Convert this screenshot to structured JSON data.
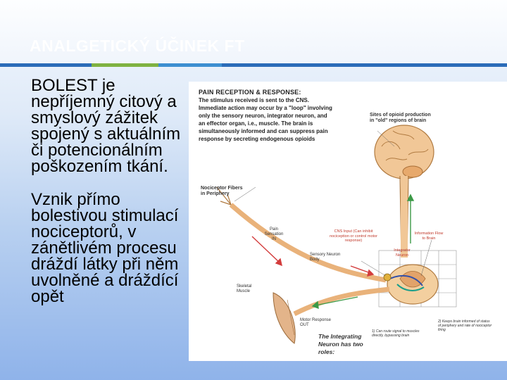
{
  "slide": {
    "title": "ANALGETICKÝ ÚČINEK FT",
    "paragraphs": [
      "BOLEST je nepříjemný citový a smyslový zážitek spojený s aktuálním či potencionálním poškozením tkání.",
      "Vznik přímo bolestivou stimulací nociceptorů, v zánětlivém procesu dráždí látky při něm uvolněné a dráždící opět"
    ],
    "colors": {
      "title_text": "#ffffff",
      "stripe_blue": "#2b6cb8",
      "stripe_green": "#7fb241",
      "stripe_light_blue": "#3d8fd1",
      "background_bottom": "#8fb3ea"
    }
  },
  "figure": {
    "heading": "PAIN RECEPTION & RESPONSE:",
    "intro": "The stimulus received is sent to the CNS. Immediate action may occur by a \"loop\" involving only the sensory neuron, integrator neuron, and an effector organ, i.e., muscle. The brain is simultaneously informed and can suppress pain response by secreting endogenous opioids",
    "labels": {
      "opioid_sites": "Sites of opioid production in \"old\" regions of brain",
      "nociceptor": "Nociceptor Fibers in Periphery",
      "pain_in": "Pain Sensation IN",
      "cns_input": "CNS Input (Can inhibit nociception or control motor response)",
      "info_flow": "Information Flow to Brain",
      "sensory_neuron": "Sensory Neuron Body",
      "integrator": "Integrator Neuron",
      "skeletal_muscle": "Skeletal Muscle",
      "motor_out": "Motor Response OUT",
      "integrating": "The Integrating Neuron has two roles:",
      "role1": "1) Can route signal to muscles directly, bypassing brain",
      "role2": "2) Keeps brain informed of status of periphery and rate of nociceptor firing"
    }
  }
}
